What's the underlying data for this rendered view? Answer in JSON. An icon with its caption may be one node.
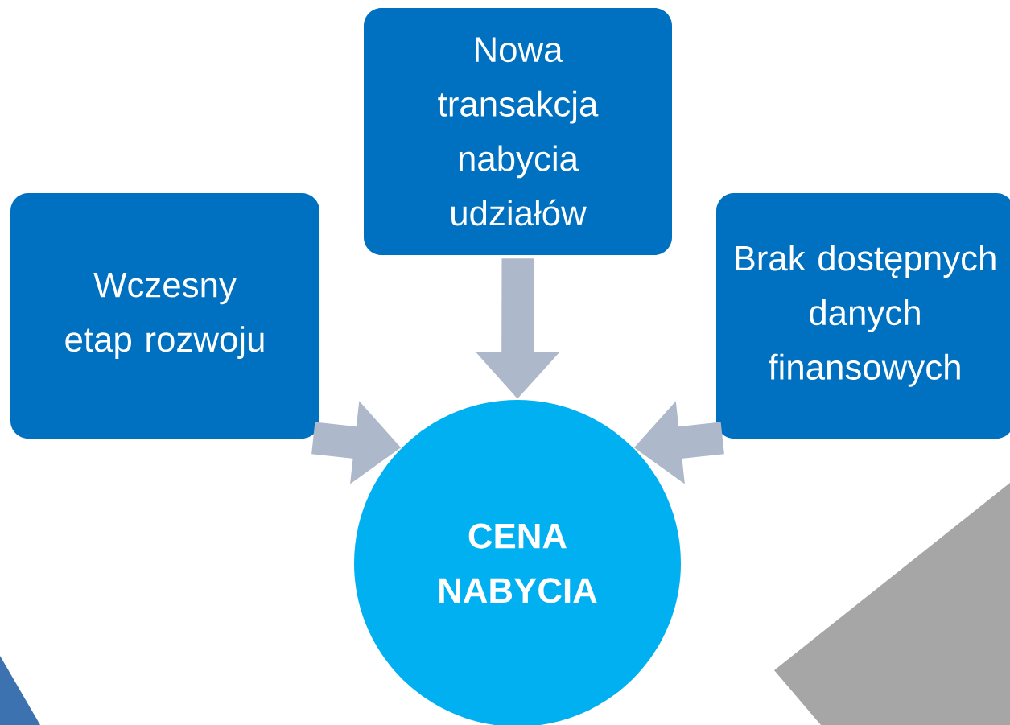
{
  "diagram": {
    "nodes": [
      {
        "text": [
          "Nowa transakcja nabycia udziałów"
        ]
      },
      {
        "text": [
          "Wczesny etap rozwoju"
        ]
      },
      {
        "text": [
          "Brak dostępnych danych finansowych"
        ]
      },
      {
        "text": [
          "CENA NABYCIA"
        ]
      }
    ],
    "edges": [
      {
        "from": 0,
        "to": 3,
        "arrow": "to"
      },
      {
        "from": 1,
        "to": 3,
        "arrow": "to"
      },
      {
        "from": 2,
        "to": 3,
        "arrow": "to"
      }
    ]
  }
}
